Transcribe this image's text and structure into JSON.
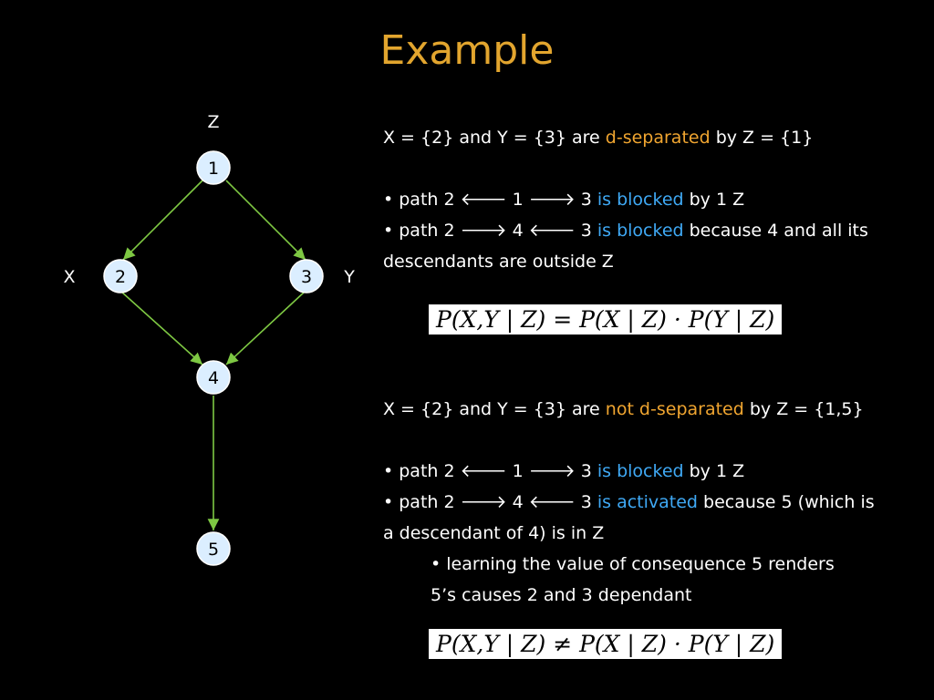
{
  "title": "Example",
  "graph": {
    "labels": {
      "z": "Z",
      "x": "X",
      "y": "Y"
    },
    "nodes": [
      "1",
      "2",
      "3",
      "4",
      "5"
    ],
    "edges": [
      [
        "1",
        "2"
      ],
      [
        "1",
        "3"
      ],
      [
        "2",
        "4"
      ],
      [
        "3",
        "4"
      ],
      [
        "4",
        "5"
      ]
    ],
    "edge_color": "#7ec843",
    "node_fill": "#dbeeff"
  },
  "block1": {
    "heading_pre": "X = {2} and Y = {3} are ",
    "heading_em": "d-separated",
    "heading_post": " by Z = {1}",
    "b1_pre": "• path 2 ",
    "b1_arrow1": "🡐",
    "b1_mid": " 1 ",
    "b1_arrow2": "🡒",
    "b1_num": " 3 ",
    "b1_em": "is blocked",
    "b1_post": " by 1 ",
    "b1_sym": "",
    "b1_end": " Z",
    "b2_pre": "• path 2 ",
    "b2_arrow1": "🡒",
    "b2_mid": " 4 ",
    "b2_arrow2": "🡐",
    "b2_num": " 3 ",
    "b2_em": "is blocked",
    "b2_post": " because 4 and all its",
    "b2_line2": "descendants are outside Z"
  },
  "formula1": "P(X,Y | Z) = P(X | Z) · P(Y | Z)",
  "block2": {
    "heading_pre": "X = {2} and Y = {3} are ",
    "heading_em": "not d-separated",
    "heading_post": " by Z = {1,5}",
    "b1_pre": "• path 2 ",
    "b1_arrow1": "🡐",
    "b1_mid": " 1 ",
    "b1_arrow2": "🡒",
    "b1_num": " 3 ",
    "b1_em": "is blocked",
    "b1_post": " by 1 ",
    "b1_sym": "",
    "b1_end": " Z",
    "b2_pre": "• path 2 ",
    "b2_arrow1": "🡒",
    "b2_mid": " 4 ",
    "b2_arrow2": "🡐",
    "b2_num": " 3 ",
    "b2_em": "is activated",
    "b2_post": " because 5 (which is",
    "b2_line2": "a descendant of 4) is in Z",
    "sub_line1": "• learning the value of consequence 5 renders",
    "sub_line2": "5’s causes 2 and 3 dependant"
  },
  "formula2": "P(X,Y | Z) ≠ P(X | Z) · P(Y | Z)",
  "colors": {
    "title": "#e2a52e",
    "highlight_orange": "#f0a530",
    "highlight_blue": "#3fa9f5"
  }
}
